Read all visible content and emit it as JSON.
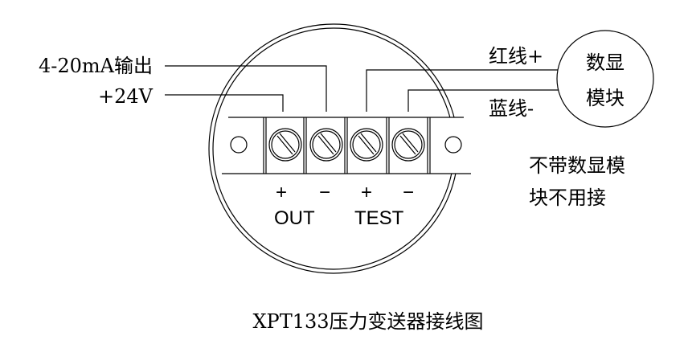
{
  "labels": {
    "output_signal": "4-20mA输出",
    "power": "+24V",
    "red_wire": "红线+",
    "blue_wire": "蓝线-",
    "display_module_line1": "数显",
    "display_module_line2": "模块",
    "note_line1": "不带数显模",
    "note_line2": "块不用接",
    "terminal_signs": [
      "+",
      "−",
      "+",
      "−"
    ],
    "out": "OUT",
    "test": "TEST",
    "caption": "XPT133压力变送器接线图"
  }
}
